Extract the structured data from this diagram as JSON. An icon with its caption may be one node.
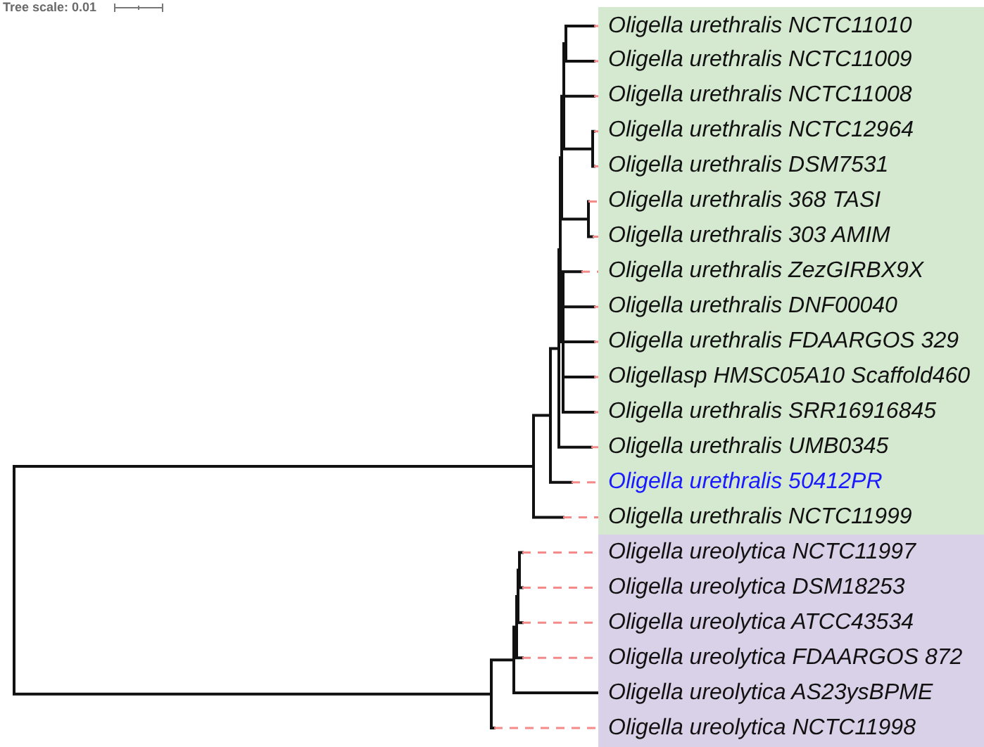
{
  "diagram": {
    "nodes": [
      {
        "text": [],
        "shape": "box"
      },
      {
        "text": [
          "Oligella urethralis NCTC11010"
        ],
        "in": 0
      },
      {
        "text": [
          "Oligella urethralis NCTC11009"
        ],
        "in": 0
      },
      {
        "text": [
          "Oligella urethralis NCTC11008"
        ],
        "in": 0
      },
      {
        "text": [
          "Oligella urethralis NCTC12964"
        ],
        "in": 0
      },
      {
        "text": [
          "Oligella urethralis DSM7531"
        ],
        "in": 0
      },
      {
        "text": [
          "Oligella urethralis 368 TASI"
        ],
        "in": 0
      },
      {
        "text": [
          "Oligella urethralis 303 AMIM"
        ],
        "in": 0
      },
      {
        "text": [
          "Oligella urethralis ZezGIRBX9X"
        ],
        "in": 0
      },
      {
        "text": [
          "Oligella urethralis DNF00040"
        ],
        "in": 0
      },
      {
        "text": [
          "Oligella urethralis FDAARGOS 329"
        ],
        "in": 0
      },
      {
        "text": [
          "Oligellasp HMSC05A10 Scaffold460"
        ],
        "in": 0
      },
      {
        "text": [
          "Oligella urethralis SRR16916845"
        ],
        "in": 0
      },
      {
        "text": [
          "Oligella urethralis UMB0345"
        ],
        "in": 0
      },
      {
        "text": [
          "Oligella urethralis 50412PR"
        ],
        "in": 0
      },
      {
        "text": [
          "Oligella urethralis NCTC11999"
        ],
        "in": 0
      },
      {
        "text": [],
        "shape": "box"
      },
      {
        "text": [
          "Oligella ureolytica NCTC11997"
        ],
        "in": 16
      },
      {
        "text": [
          "Oligella ureolytica DSM18253"
        ],
        "in": 16
      },
      {
        "text": [
          "Oligella ureolytica ATCC43534"
        ],
        "in": 16
      },
      {
        "text": [
          "Oligella ureolytica FDAARGOS 872"
        ],
        "in": 16
      },
      {
        "text": [
          "Oligella ureolytica AS23ysBPME"
        ],
        "in": 16
      },
      {
        "text": [
          "Oligella ureolytica NCTC11998"
        ],
        "in": 16
      }
    ],
    "labels": [
      "Tree scale: 0.01"
    ]
  }
}
